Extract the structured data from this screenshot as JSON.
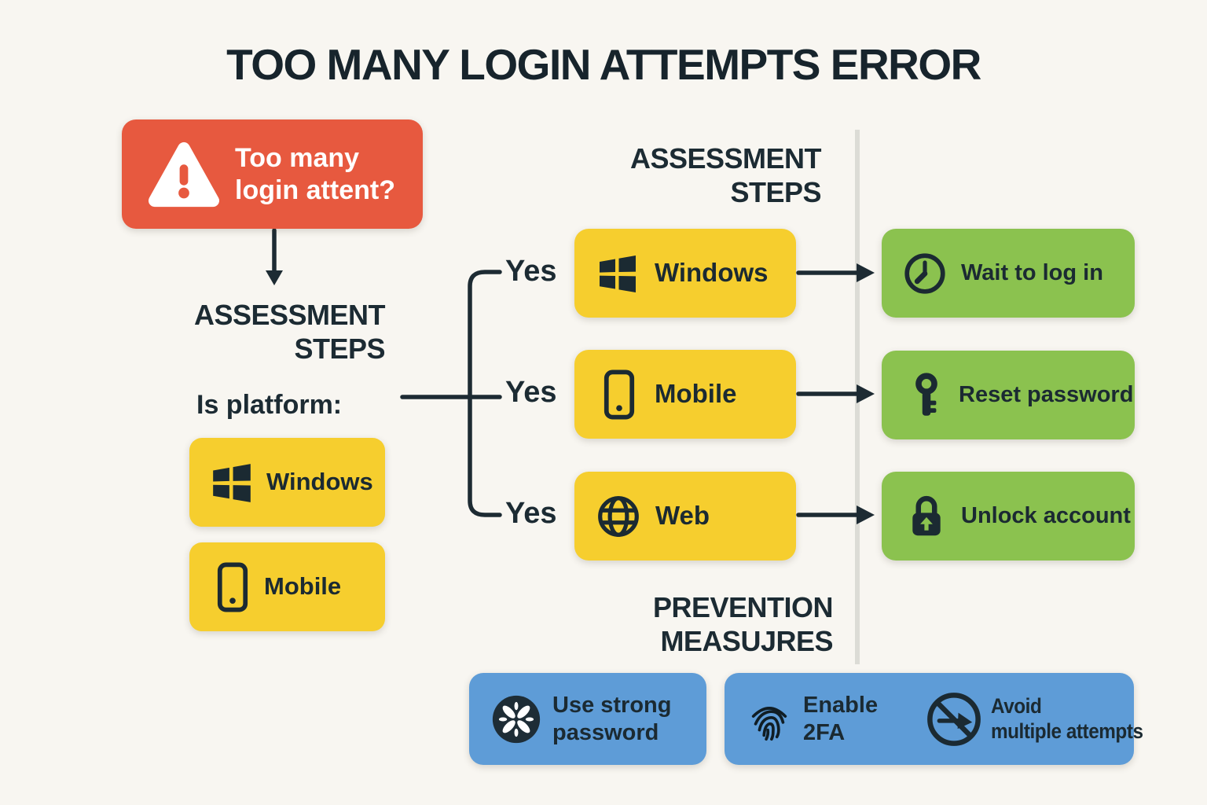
{
  "title": "TOO MANY LOGIN ATTEMPTS ERROR",
  "colors": {
    "background": "#F8F6F1",
    "ink": "#1C2B33",
    "error_red": "#E7593F",
    "platform_yellow": "#F6CE2E",
    "action_green": "#8BC24F",
    "prevention_blue": "#5E9CD7",
    "divider_gray": "#DCDCD6",
    "white": "#FFFFFF"
  },
  "error_node": {
    "icon": "warning-icon",
    "line1": "Too many",
    "line2": "login attent?"
  },
  "assessment_left": {
    "heading_line1": "ASSESSMENT",
    "heading_line2": "STEPS",
    "question": "Is platform:"
  },
  "assessment_mid": {
    "heading_line1": "ASSESSMENT",
    "heading_line2": "STEPS"
  },
  "platforms_left": [
    {
      "icon": "windows-icon",
      "label": "Windows"
    },
    {
      "icon": "mobile-icon",
      "label": "Mobile"
    }
  ],
  "branches": [
    {
      "label": "Yes"
    },
    {
      "label": "Yes"
    },
    {
      "label": "Yes"
    }
  ],
  "platform_nodes": [
    {
      "icon": "windows-icon",
      "label": "Windows"
    },
    {
      "icon": "mobile-icon",
      "label": "Mobile"
    },
    {
      "icon": "globe-icon",
      "label": "Web"
    }
  ],
  "actions": [
    {
      "icon": "clock-icon",
      "label": "Wait to log in"
    },
    {
      "icon": "key-icon",
      "label": "Reset password"
    },
    {
      "icon": "lock-arrow-icon",
      "label": "Unlock account"
    }
  ],
  "prevention": {
    "heading_line1": "PREVENTION",
    "heading_line2": "MEASUJRES"
  },
  "measures": [
    {
      "icon": "asterisk-icon",
      "line1": "Use strong",
      "line2": "password"
    },
    {
      "icon": "fingerprint-icon",
      "line1": "Enable",
      "line2": "2FA"
    },
    {
      "icon": "no-multiple-attempts-icon",
      "line1": "Avoid",
      "line2": "multiple attempts"
    }
  ]
}
